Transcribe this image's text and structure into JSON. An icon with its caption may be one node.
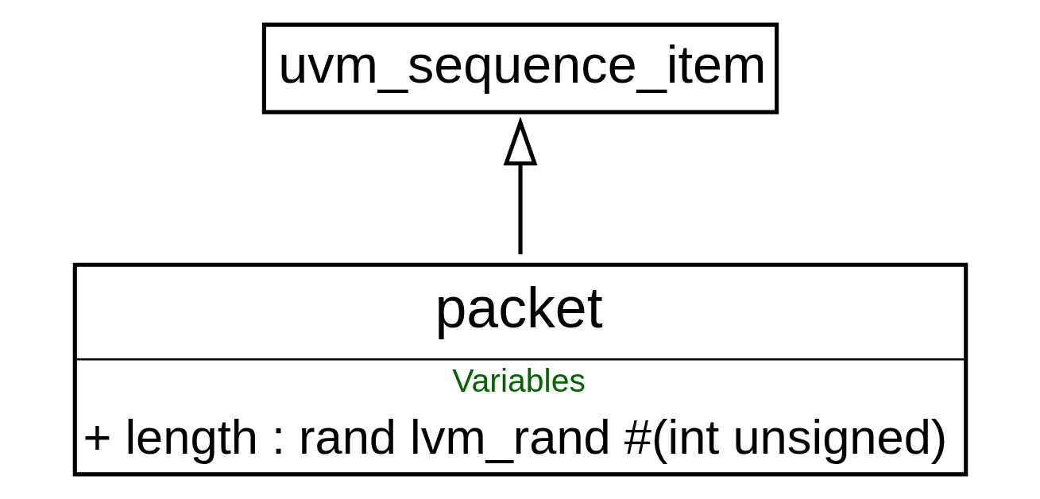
{
  "diagram": {
    "nodes": [
      {
        "text": [
          "uvm_sequence_item"
        ]
      },
      {
        "text": [
          "packet",
          "Variables",
          "+ length : rand lvm_rand #(int unsigned)"
        ]
      }
    ],
    "edges": [
      {
        "from": 1,
        "to": 0,
        "arrow": "to"
      }
    ]
  }
}
